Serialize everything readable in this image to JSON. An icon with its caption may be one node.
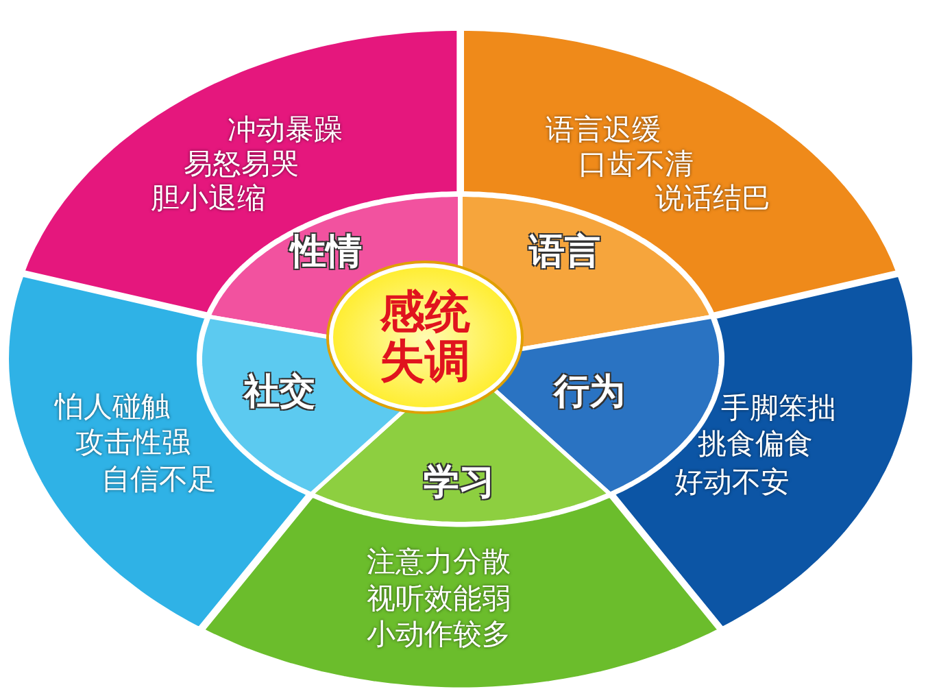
{
  "diagram": {
    "nodes": [
      {
        "text": [
          "感统失调"
        ]
      },
      {
        "text": [
          "性情"
        ]
      },
      {
        "text": [
          "语言"
        ]
      },
      {
        "text": [
          "行为"
        ]
      },
      {
        "text": [
          "学习"
        ]
      },
      {
        "text": [
          "社交"
        ]
      },
      {
        "text": [
          "冲动暴躁",
          "易怒易哭",
          "胆小退缩"
        ]
      },
      {
        "text": [
          "语言迟缓",
          "口齿不清",
          "说话结巴"
        ]
      },
      {
        "text": [
          "手脚笨拙",
          "挑食偏食",
          "好动不安"
        ]
      },
      {
        "text": [
          "注意力分散",
          "视听效能弱",
          "小动作较多"
        ]
      },
      {
        "text": [
          "怕人碰触",
          "攻击性强",
          "自信不足"
        ]
      }
    ]
  }
}
